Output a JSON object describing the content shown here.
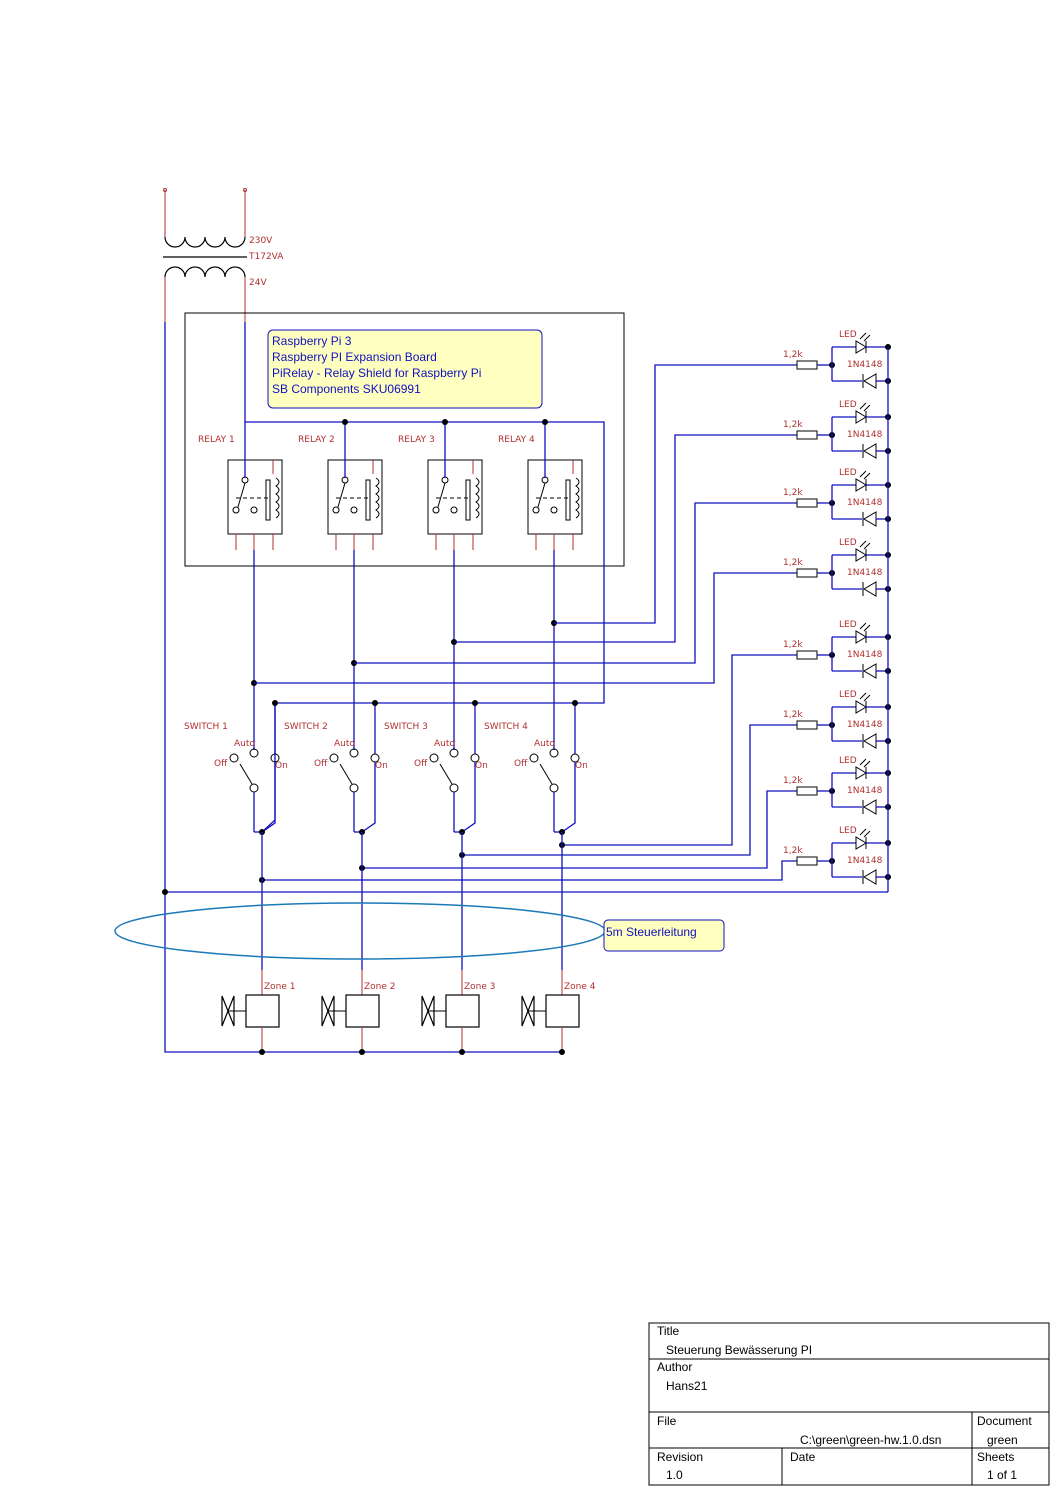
{
  "transformer": {
    "primary": "230V",
    "name": "T172VA",
    "secondary": "24V"
  },
  "board_note": [
    "Raspberry Pi 3",
    "Raspberry PI Expansion Board",
    "PiRelay - Relay Shield for Raspberry Pi",
    "SB Components SKU06991"
  ],
  "relays": [
    "RELAY 1",
    "RELAY 2",
    "RELAY 3",
    "RELAY 4"
  ],
  "switches": [
    "SWITCH 1",
    "SWITCH 2",
    "SWITCH 3",
    "SWITCH 4"
  ],
  "switch_positions": {
    "auto": "Auto",
    "off": "Off",
    "on": "On"
  },
  "zones": [
    "Zone 1",
    "Zone 2",
    "Zone 3",
    "Zone 4"
  ],
  "cable_note": "5m Steuerleitung",
  "led_rows": [
    {
      "resistor": "1,2k",
      "led": "LED",
      "diode": "1N4148"
    },
    {
      "resistor": "1,2k",
      "led": "LED",
      "diode": "1N4148"
    },
    {
      "resistor": "1,2k",
      "led": "LED",
      "diode": "1N4148"
    },
    {
      "resistor": "1,2k",
      "led": "LED",
      "diode": "1N4148"
    },
    {
      "resistor": "1,2k",
      "led": "LED",
      "diode": "1N4148"
    },
    {
      "resistor": "1,2k",
      "led": "LED",
      "diode": "1N4148"
    },
    {
      "resistor": "1,2k",
      "led": "LED",
      "diode": "1N4148"
    },
    {
      "resistor": "1,2k",
      "led": "LED",
      "diode": "1N4148"
    }
  ],
  "title_block": {
    "title_label": "Title",
    "title": "Steuerung Bewässerung PI",
    "author_label": "Author",
    "author": "Hans21",
    "file_label": "File",
    "file": "C:\\green\\green-hw.1.0.dsn",
    "document_label": "Document",
    "document": "green",
    "revision_label": "Revision",
    "revision": "1.0",
    "date_label": "Date",
    "sheets_label": "Sheets",
    "sheets": "1 of 1"
  }
}
